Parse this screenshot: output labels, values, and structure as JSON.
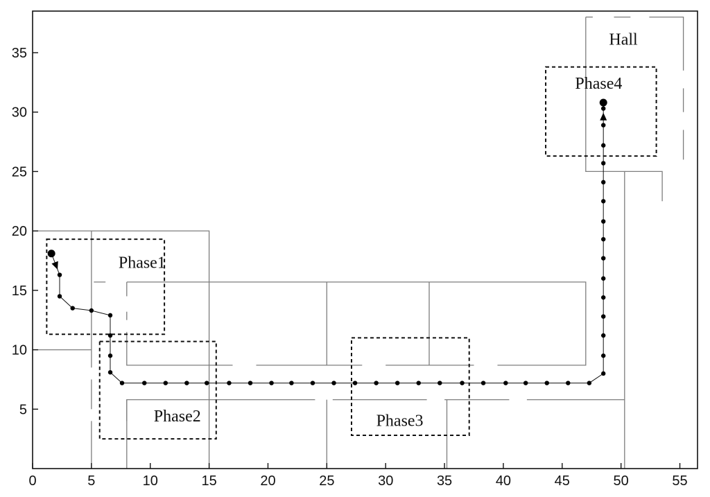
{
  "chart_data": {
    "type": "scatter",
    "title": "",
    "xlabel": "",
    "ylabel": "",
    "xlim": [
      0,
      56.5
    ],
    "ylim": [
      0,
      38.5
    ],
    "xticks": [
      0,
      5,
      10,
      15,
      20,
      25,
      30,
      35,
      40,
      45,
      50,
      55
    ],
    "yticks": [
      5,
      10,
      15,
      20,
      25,
      30,
      35
    ],
    "grid": false,
    "walls": [
      [
        [
          47,
          38
        ],
        [
          47,
          25
        ],
        [
          50.3,
          25
        ],
        [
          50.3,
          0
        ]
      ],
      [
        [
          50.3,
          25
        ],
        [
          53.5,
          25
        ],
        [
          53.5,
          22.5
        ]
      ],
      [
        [
          47,
          38
        ],
        [
          47.6,
          38
        ]
      ],
      [
        [
          49.4,
          38
        ],
        [
          50.8,
          38
        ]
      ],
      [
        [
          52.4,
          38
        ],
        [
          55.3,
          38
        ],
        [
          55.3,
          33.5
        ]
      ],
      [
        [
          55.3,
          32
        ],
        [
          55.3,
          30
        ]
      ],
      [
        [
          55.3,
          28.5
        ],
        [
          55.3,
          26
        ]
      ],
      [
        [
          0,
          20
        ],
        [
          15,
          20
        ],
        [
          15,
          0
        ]
      ],
      [
        [
          0,
          10
        ],
        [
          5,
          10
        ]
      ],
      [
        [
          5,
          20
        ],
        [
          5,
          8.5
        ]
      ],
      [
        [
          5,
          7.5
        ],
        [
          5,
          5
        ]
      ],
      [
        [
          5,
          4
        ],
        [
          5,
          0
        ]
      ],
      [
        [
          5.2,
          15.7
        ],
        [
          6.2,
          15.7
        ]
      ],
      [
        [
          8,
          15.7
        ],
        [
          47,
          15.7
        ],
        [
          47,
          8.7
        ],
        [
          39.5,
          8.7
        ]
      ],
      [
        [
          8,
          15.7
        ],
        [
          8,
          14.5
        ]
      ],
      [
        [
          8,
          13.2
        ],
        [
          8,
          12.5
        ]
      ],
      [
        [
          8,
          11.5
        ],
        [
          8,
          8.7
        ],
        [
          17,
          8.7
        ]
      ],
      [
        [
          19,
          8.7
        ],
        [
          28,
          8.7
        ]
      ],
      [
        [
          30,
          8.7
        ],
        [
          37.5,
          8.7
        ]
      ],
      [
        [
          25,
          15.7
        ],
        [
          25,
          8.7
        ]
      ],
      [
        [
          33.7,
          15.7
        ],
        [
          33.7,
          8.7
        ]
      ],
      [
        [
          8,
          0
        ],
        [
          8,
          5.8
        ],
        [
          24,
          5.8
        ]
      ],
      [
        [
          8,
          5.8
        ],
        [
          8,
          4
        ]
      ],
      [
        [
          25.5,
          5.8
        ],
        [
          33.5,
          5.8
        ]
      ],
      [
        [
          35,
          5.8
        ],
        [
          40.5,
          5.8
        ]
      ],
      [
        [
          42,
          5.8
        ],
        [
          50.3,
          5.8
        ]
      ],
      [
        [
          25,
          5.8
        ],
        [
          25,
          0
        ]
      ],
      [
        [
          35.2,
          5.8
        ],
        [
          35.2,
          0
        ]
      ]
    ],
    "phases": [
      {
        "label": "Phase1",
        "x0": 1.2,
        "y0": 11.3,
        "x1": 11.2,
        "y1": 19.3,
        "label_x": 9.3,
        "label_y": 17.2
      },
      {
        "label": "Phase2",
        "x0": 5.7,
        "y0": 2.5,
        "x1": 15.6,
        "y1": 10.7,
        "label_x": 12.3,
        "label_y": 4.3
      },
      {
        "label": "Phase3",
        "x0": 27.1,
        "y0": 2.8,
        "x1": 37.1,
        "y1": 11.0,
        "label_x": 31.2,
        "label_y": 3.9
      },
      {
        "label": "Phase4",
        "x0": 43.6,
        "y0": 26.3,
        "x1": 53.0,
        "y1": 33.8,
        "label_x": 48.1,
        "label_y": 32.3
      }
    ],
    "annotations": [
      {
        "text": "Hall",
        "x": 50.2,
        "y": 36.0
      }
    ],
    "series": [
      {
        "points": [
          [
            1.6,
            18.1
          ],
          [
            2.3,
            16.3
          ],
          [
            2.3,
            14.5
          ],
          [
            3.4,
            13.5
          ],
          [
            5.0,
            13.3
          ],
          [
            6.6,
            12.9
          ],
          [
            6.6,
            11.2
          ],
          [
            6.6,
            9.5
          ],
          [
            6.6,
            8.1
          ],
          [
            7.6,
            7.2
          ],
          [
            9.5,
            7.2
          ],
          [
            11.3,
            7.2
          ],
          [
            13.1,
            7.2
          ],
          [
            14.8,
            7.2
          ],
          [
            16.7,
            7.2
          ],
          [
            18.5,
            7.2
          ],
          [
            20.3,
            7.2
          ],
          [
            22.0,
            7.2
          ],
          [
            23.8,
            7.2
          ],
          [
            25.6,
            7.2
          ],
          [
            27.4,
            7.2
          ],
          [
            29.2,
            7.2
          ],
          [
            31.0,
            7.2
          ],
          [
            32.8,
            7.2
          ],
          [
            34.6,
            7.2
          ],
          [
            36.5,
            7.2
          ],
          [
            38.3,
            7.2
          ],
          [
            40.2,
            7.2
          ],
          [
            41.9,
            7.2
          ],
          [
            43.7,
            7.2
          ],
          [
            45.5,
            7.2
          ],
          [
            47.3,
            7.2
          ],
          [
            48.5,
            8.0
          ],
          [
            48.5,
            9.5
          ],
          [
            48.5,
            11.2
          ],
          [
            48.5,
            12.8
          ],
          [
            48.5,
            14.4
          ],
          [
            48.5,
            16.0
          ],
          [
            48.5,
            17.7
          ],
          [
            48.5,
            19.3
          ],
          [
            48.5,
            20.8
          ],
          [
            48.5,
            22.5
          ],
          [
            48.5,
            24.1
          ],
          [
            48.5,
            25.7
          ],
          [
            48.5,
            27.2
          ],
          [
            48.5,
            28.9
          ],
          [
            48.5,
            30.3
          ],
          [
            48.5,
            30.8
          ]
        ],
        "start": [
          1.6,
          18.1
        ],
        "end": [
          48.5,
          30.8
        ]
      }
    ]
  }
}
